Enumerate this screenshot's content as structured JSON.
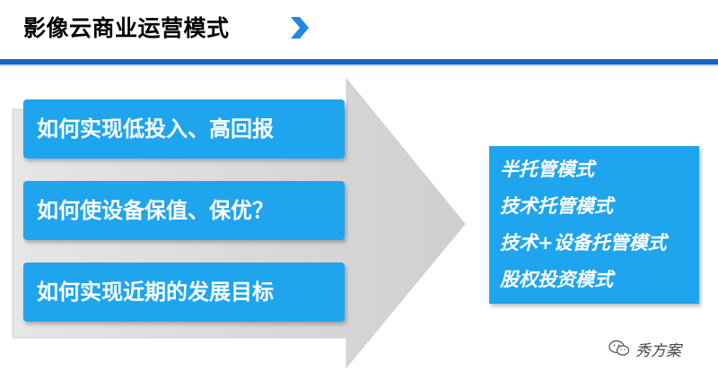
{
  "title": "影像云商业运营模式",
  "questions": [
    "如何实现低投入、高回报",
    "如何使设备保值、保优？",
    "如何实现近期的发展目标"
  ],
  "modes": [
    "半托管模式",
    "技术托管模式",
    "技术+设备托管模式",
    "股权投资模式"
  ],
  "watermark": {
    "icon": "wechat-icon",
    "text": "秀方案"
  },
  "colors": {
    "accent_blue": "#1ea5ee",
    "rule_blue": "#1565c0",
    "arrow_gray": "#d9d9d9",
    "chevron_blue": "#1e88e5"
  }
}
